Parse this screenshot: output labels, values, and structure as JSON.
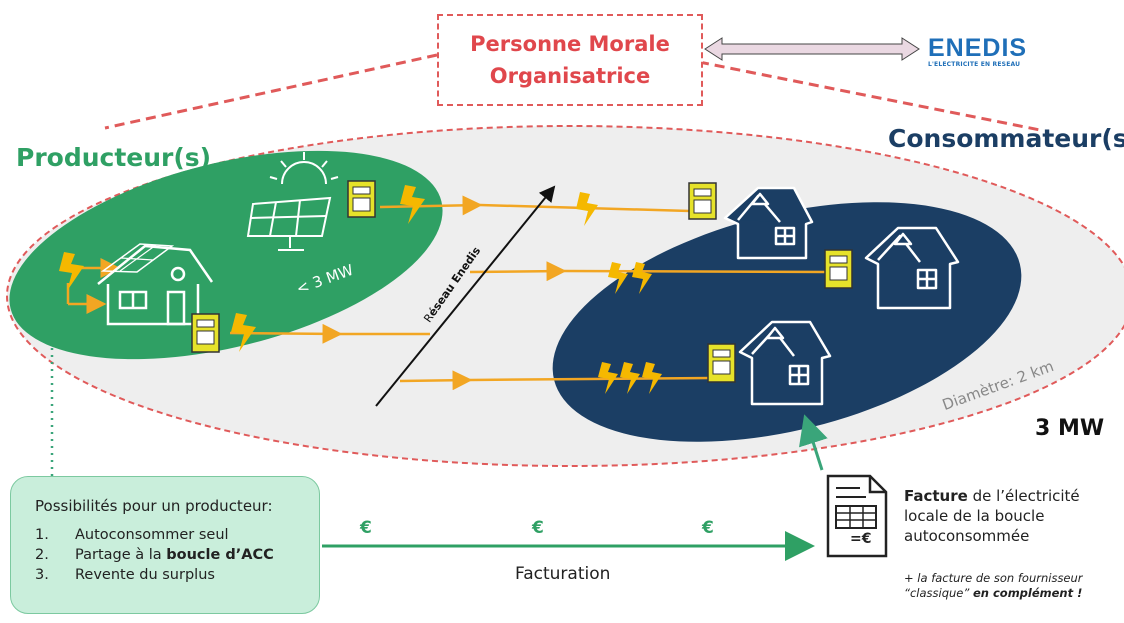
{
  "organizer": {
    "line1": "Personne Morale",
    "line2": "Organisatrice"
  },
  "enedis": {
    "name": "ENEDIS",
    "tagline": "L'ELECTRICITE EN RESEAU"
  },
  "producers_title": "Producteur(s)",
  "consumers_title": "Consommateur(s)",
  "producer_capacity": "< 3 MW",
  "network_label_prefix": "R",
  "network_label": "éseau Enedis",
  "diameter_label": "Diamètre: 2 km",
  "total_capacity": "3 MW",
  "possibilities": {
    "title": "Possibilités pour un producteur:",
    "items": [
      {
        "num": "1.",
        "text": "Autoconsommer seul",
        "bold": ""
      },
      {
        "num": "2.",
        "text": "Partage à la ",
        "bold": "boucle d’ACC"
      },
      {
        "num": "3.",
        "text": "Revente du surplus",
        "bold": ""
      }
    ]
  },
  "billing": {
    "currency": "€",
    "label": "Facturation"
  },
  "invoice": {
    "bold": "Facture",
    "text": " de l’électricité locale de la boucle autoconsommée",
    "icon_label": "=€",
    "note_prefix": "+ la facture de son fournisseur “classique” ",
    "note_bold": "en complément !"
  },
  "colors": {
    "producer_green": "#2fa064",
    "consumer_navy": "#1b3e64",
    "organizer_red": "#e05a5a",
    "enedis_blue": "#1f6fb8",
    "flow_orange": "#f2a623",
    "bolt_yellow": "#f5b800",
    "boundary_gray": "#eeeeee",
    "possibilities_bg": "#c9eedb"
  }
}
